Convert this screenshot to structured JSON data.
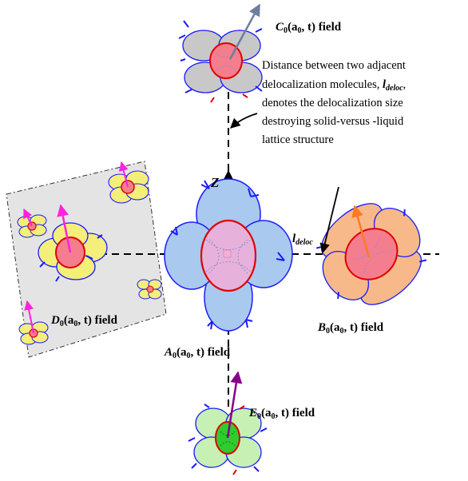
{
  "colors": {
    "blue_petal": "#a9c9ee",
    "pink_core": "#e6b2dc",
    "orange_petal": "#f7b98a",
    "red_core": "#f47e8e",
    "gray_petal": "#c8c8c8",
    "yellow_petal": "#f4ee7a",
    "green_petal": "#c6f0b4",
    "green_core": "#2ecc2e",
    "panel_gray": "#e4e4e4",
    "magenta": "#ff22dd",
    "purple": "#880088",
    "orange_arrow": "#ff7a22",
    "steel_arrow": "#6f7e9e",
    "outline_blue": "#1a1aff",
    "outline_red": "#e00000"
  },
  "labels": {
    "z_axis": {
      "main": "Z"
    },
    "c0": {
      "pre": "C",
      "sub": "0",
      "mid": "(a",
      "sub2": "0",
      "post": ", t) field"
    },
    "a0": {
      "pre": "A",
      "sub": "0",
      "mid": "(a",
      "sub2": "0",
      "post": ", t) field"
    },
    "b0": {
      "pre": "B",
      "sub": "0",
      "mid": "(a",
      "sub2": "0",
      "post": ", t) field"
    },
    "d0": {
      "pre": "D",
      "sub": "0",
      "mid": "(a",
      "sub2": "0",
      "post": ", t) field"
    },
    "e0": {
      "pre": "E",
      "sub": "0",
      "mid": "(a",
      "sub2": "0",
      "post": ", t) field"
    },
    "l_deloc": {
      "main": "l",
      "sub": "deloc"
    }
  },
  "description": {
    "line1": "Distance between two adjacent",
    "line2_pre": "delocalization molecules, ",
    "line2_l": "l",
    "line2_sub": "deloc",
    "line2_post": ",",
    "line3": "denotes the delocalization size",
    "line4": "destroying solid-versus -liquid",
    "line5": "lattice structure"
  }
}
